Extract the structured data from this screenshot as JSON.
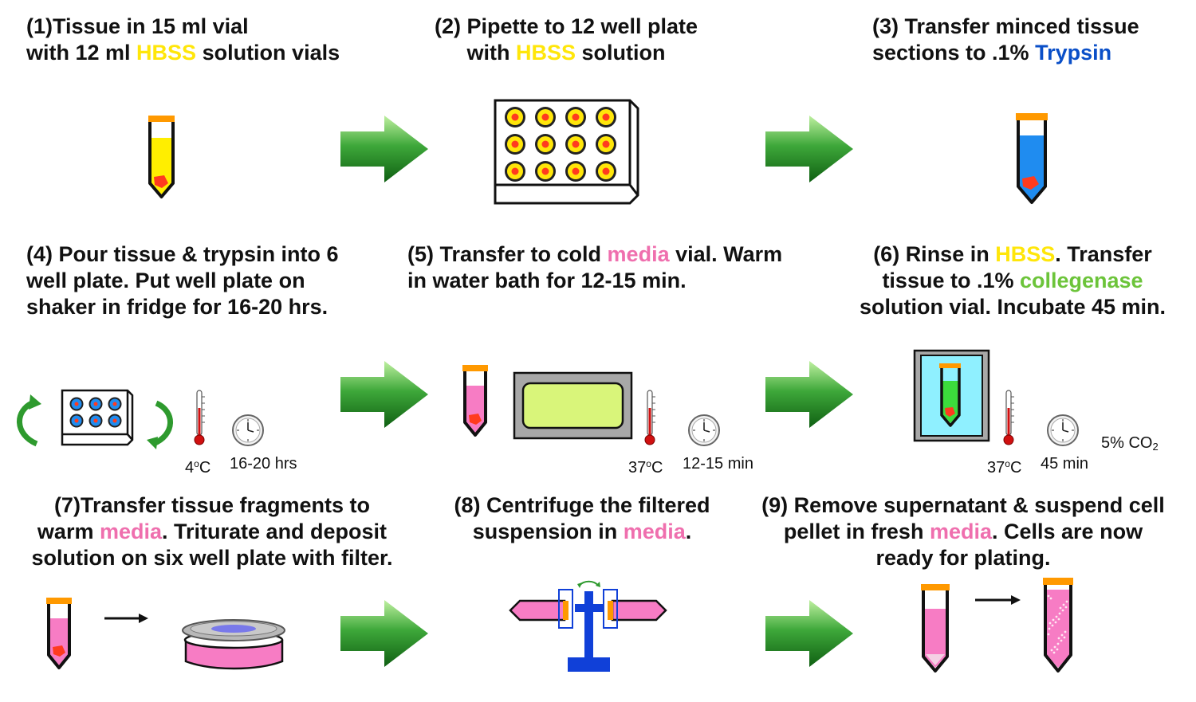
{
  "steps": [
    {
      "id": 1,
      "parts": [
        {
          "t": "(1)Tissue in 15 ml vial\nwith 12 ml "
        },
        {
          "t": "HBSS",
          "c": "hbss"
        },
        {
          "t": " solution vials"
        }
      ]
    },
    {
      "id": 2,
      "parts": [
        {
          "t": "(2) Pipette to 12 well plate\nwith "
        },
        {
          "t": "HBSS",
          "c": "hbss"
        },
        {
          "t": " solution"
        }
      ]
    },
    {
      "id": 3,
      "parts": [
        {
          "t": "(3) Transfer minced tissue\nsections to .1% "
        },
        {
          "t": "Trypsin",
          "c": "trypsin"
        }
      ]
    },
    {
      "id": 4,
      "parts": [
        {
          "t": "(4) Pour tissue & trypsin into 6\nwell plate. Put well plate on\nshaker in fridge for 16-20 hrs."
        }
      ]
    },
    {
      "id": 5,
      "parts": [
        {
          "t": "(5) Transfer to cold "
        },
        {
          "t": "media",
          "c": "media"
        },
        {
          "t": " vial. Warm\nin water bath for 12-15 min."
        }
      ]
    },
    {
      "id": 6,
      "parts": [
        {
          "t": "(6) Rinse in "
        },
        {
          "t": "HBSS",
          "c": "hbss"
        },
        {
          "t": ". Transfer\ntissue to .1% "
        },
        {
          "t": "collegenase",
          "c": "coll"
        },
        {
          "t": "\nsolution vial. Incubate 45 min."
        }
      ]
    },
    {
      "id": 7,
      "parts": [
        {
          "t": "(7)Transfer tissue fragments to\nwarm "
        },
        {
          "t": "media",
          "c": "media"
        },
        {
          "t": ". Triturate and deposit\nsolution on six well plate with filter."
        }
      ]
    },
    {
      "id": 8,
      "parts": [
        {
          "t": "(8) Centrifuge the filtered\nsuspension in "
        },
        {
          "t": "media",
          "c": "media"
        },
        {
          "t": "."
        }
      ]
    },
    {
      "id": 9,
      "parts": [
        {
          "t": "(9) Remove supernatant & suspend cell\npellet in fresh "
        },
        {
          "t": "media",
          "c": "media"
        },
        {
          "t": ". Cells are now\nready for plating."
        }
      ]
    }
  ],
  "labels": {
    "step4_temp": {
      "value": "4",
      "sup": "o",
      "unit": "C"
    },
    "step4_time": "16-20 hrs",
    "step5_temp": {
      "value": "37",
      "sup": "o",
      "unit": "C"
    },
    "step5_time": "12-15 min",
    "step6_temp": {
      "value": "37",
      "sup": "o",
      "unit": "C"
    },
    "step6_time": "45 min",
    "step6_gas": {
      "value": "5% CO",
      "sub": "2"
    }
  },
  "colors": {
    "hbss": "#ffe60a",
    "trypsin": "#0a4fc8",
    "media": "#ef6fae",
    "collagenase": "#6cc43a",
    "cap": "#ff9900",
    "tissue": "#ff3b1f",
    "trypsin_fill": "#1f8cf0",
    "arrow": "#1f8a1f",
    "water_bath": "#d9f57a",
    "incubator": "#8ff0ff",
    "centrifuge": "#1040d8"
  },
  "icons": [
    "vial-icon",
    "well-plate-12-icon",
    "well-plate-6-icon",
    "thermometer-icon",
    "clock-icon",
    "water-bath-icon",
    "incubator-icon",
    "filter-plate-icon",
    "centrifuge-icon",
    "process-arrow-icon",
    "rotate-arrow-icon"
  ]
}
